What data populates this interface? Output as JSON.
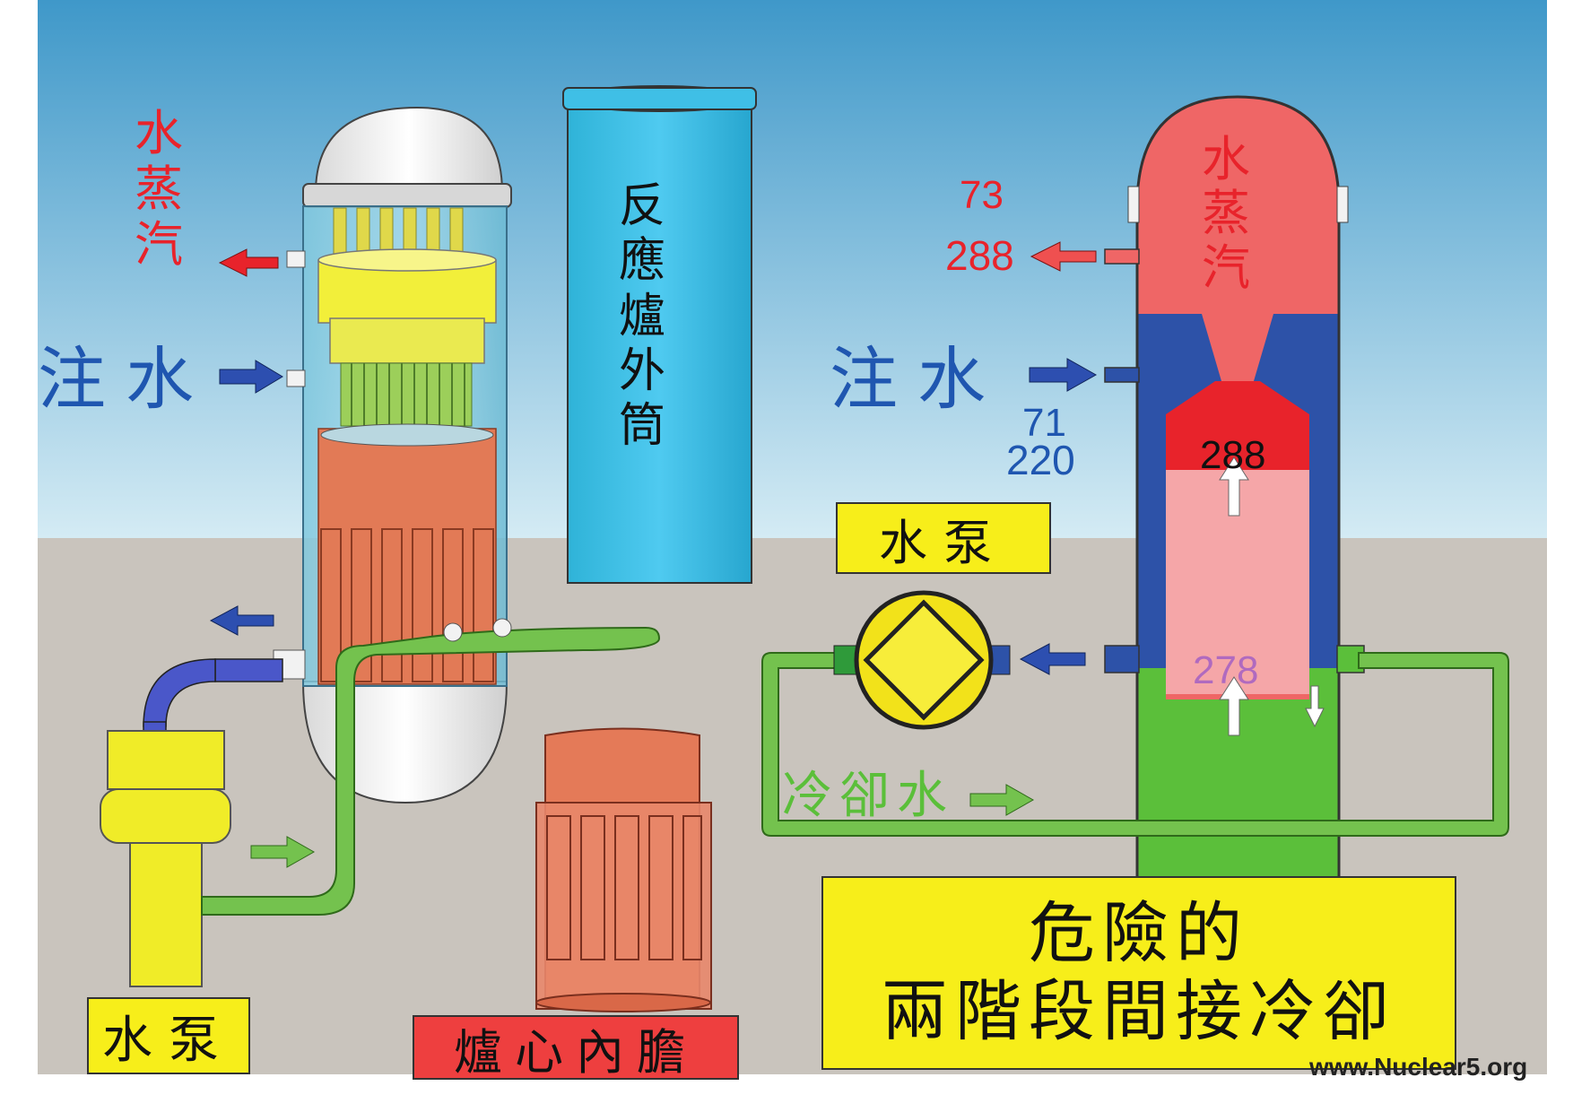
{
  "colors": {
    "sky_top": "#3f98c9",
    "sky_bottom": "#d4ebf4",
    "ground": "#c9c4bd",
    "steam_red": "#e8232b",
    "inject_blue": "#1f56b0",
    "coolant_green": "#5bbf3a",
    "label_yellow": "#f7ee1a",
    "label_red": "#ee3f3f",
    "pink_purple": "#b06abf"
  },
  "left": {
    "steam_label": "水蒸汽",
    "inject_label": "注水",
    "pump_label": "水泵",
    "core_label": "爐心內膽",
    "barrel_label": "反應爐外筒"
  },
  "right": {
    "steam_label": "水蒸汽",
    "steam_pressure": "73",
    "steam_temp": "288",
    "inject_label": "注水",
    "inject_pressure": "71",
    "inject_temp": "220",
    "core_top_temp": "288",
    "core_bottom_temp": "278",
    "pump_label": "水泵",
    "coolant_label": "冷卻水"
  },
  "title": {
    "line1": "危險的",
    "line2": "兩階段間接冷卻"
  },
  "watermark": "www.Nuclear5.org"
}
